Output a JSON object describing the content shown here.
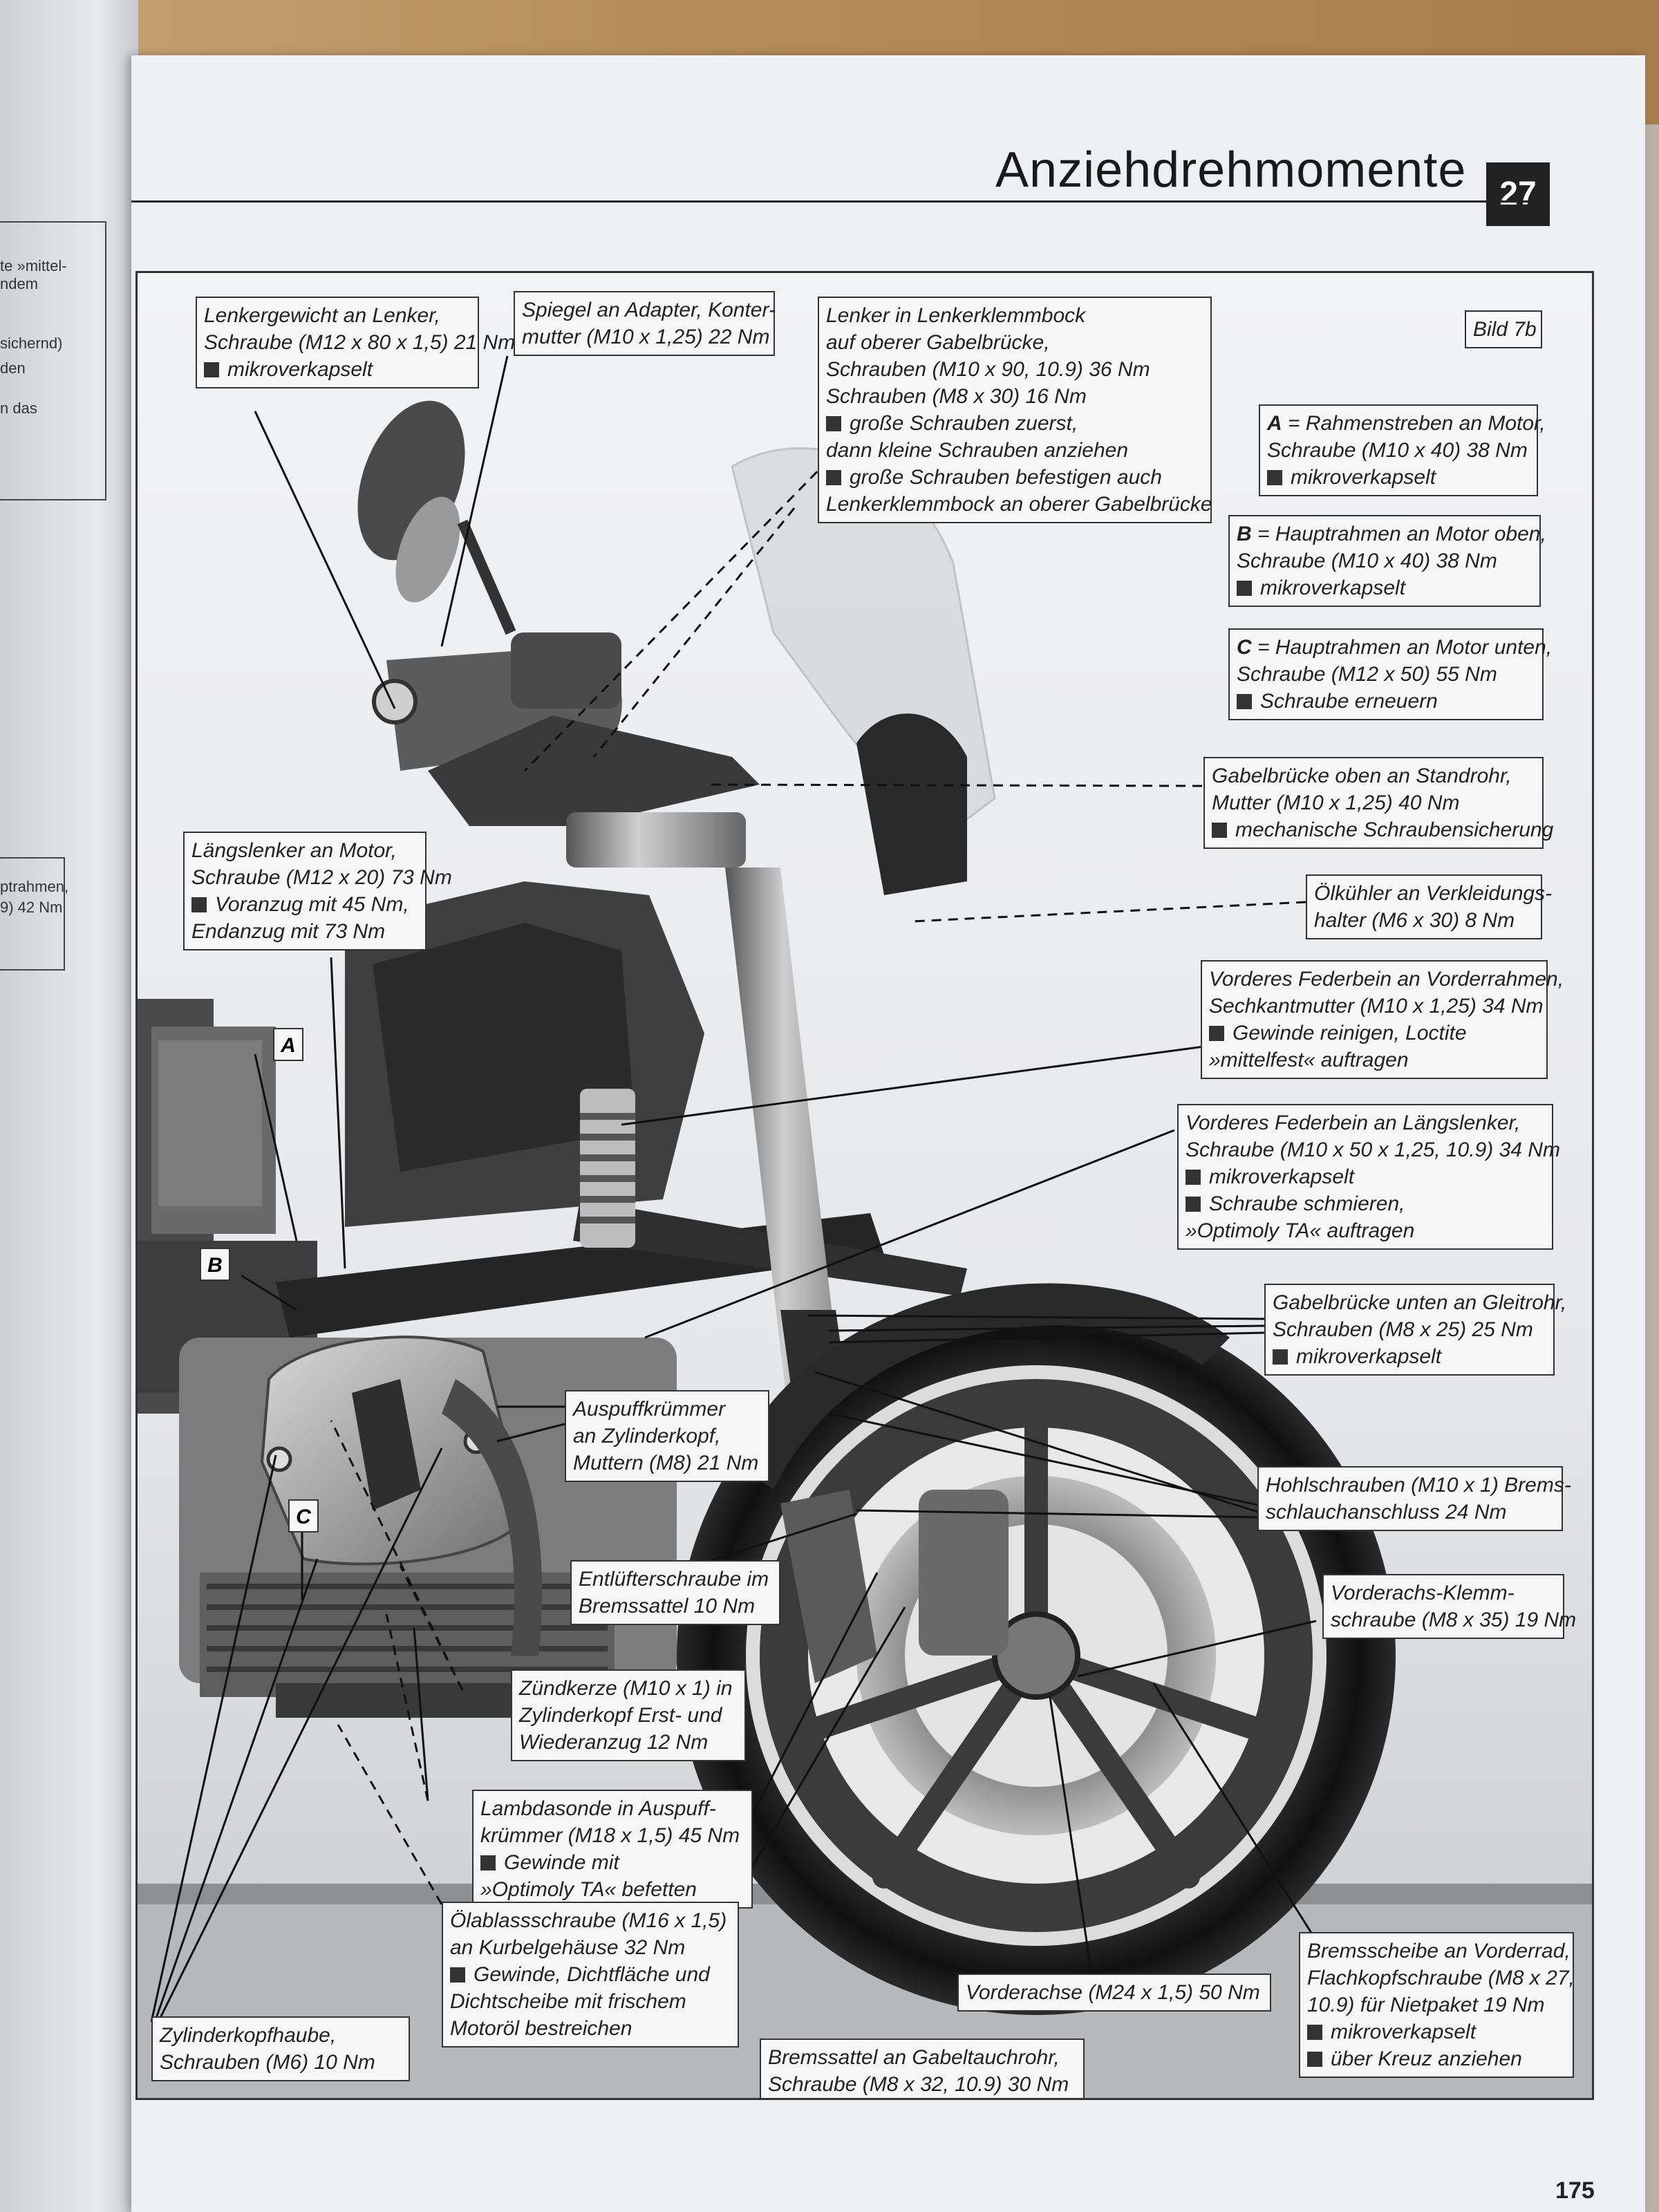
{
  "header": {
    "title": "Anziehdrehmomente",
    "chapter": "27"
  },
  "figure_label": "Bild 7b",
  "markers": [
    "A",
    "B",
    "C"
  ],
  "legend": [
    {
      "key": "A",
      "lines": [
        "= Rahmenstreben an Motor,",
        "Schraube (M10 x 40) 38 Nm"
      ],
      "bullets": [
        "mikroverkapselt"
      ]
    },
    {
      "key": "B",
      "lines": [
        "= Hauptrahmen an Motor oben,",
        "Schraube (M10 x 40) 38 Nm"
      ],
      "bullets": [
        "mikroverkapselt"
      ]
    },
    {
      "key": "C",
      "lines": [
        "= Hauptrahmen an Motor unten,",
        "Schraube (M12 x 50) 55 Nm"
      ],
      "bullets": [
        "Schraube erneuern"
      ]
    }
  ],
  "callouts": [
    {
      "id": "lenkergewicht",
      "lines": [
        "Lenkergewicht an Lenker,",
        "Schraube (M12 x 80 x 1,5) 21 Nm"
      ],
      "bullets": [
        "mikroverkapselt"
      ]
    },
    {
      "id": "spiegel",
      "lines": [
        "Spiegel an Adapter, Konter-",
        "mutter (M10 x 1,25) 22 Nm"
      ],
      "bullets": []
    },
    {
      "id": "lenker",
      "lines": [
        "Lenker in Lenkerklemmbock",
        "auf oberer Gabelbrücke,",
        "Schrauben (M10 x 90, 10.9) 36 Nm",
        "Schrauben (M8 x 30) 16 Nm"
      ],
      "bullets": [
        "große Schrauben zuerst,"
      ],
      "tail": [
        "dann kleine Schrauben anziehen"
      ],
      "bullets2": [
        "große Schrauben befestigen auch"
      ],
      "tail2": [
        "Lenkerklemmbock an oberer Gabelbrücke"
      ]
    },
    {
      "id": "gabelbruecke-oben",
      "lines": [
        "Gabelbrücke oben an Standrohr,",
        "Mutter (M10 x 1,25) 40 Nm"
      ],
      "bullets": [
        "mechanische Schraubensicherung"
      ]
    },
    {
      "id": "oelkuehler",
      "lines": [
        "Ölkühler an Verkleidungs-",
        "halter (M6 x 30) 8 Nm"
      ],
      "bullets": []
    },
    {
      "id": "laengslenker-motor",
      "lines": [
        "Längslenker an Motor,",
        "Schraube (M12 x 20) 73 Nm"
      ],
      "bullets": [
        "Voranzug mit 45 Nm,"
      ],
      "tail": [
        "Endanzug mit 73 Nm"
      ]
    },
    {
      "id": "federbein-vorderrahmen",
      "lines": [
        "Vorderes Federbein an Vorderrahmen,",
        "Sechkantmutter (M10 x 1,25) 34 Nm"
      ],
      "bullets": [
        "Gewinde reinigen, Loctite"
      ],
      "tail": [
        "»mittelfest« auftragen"
      ]
    },
    {
      "id": "federbein-laengslenker",
      "lines": [
        "Vorderes Federbein an Längslenker,",
        "Schraube (M10 x 50 x 1,25, 10.9) 34 Nm"
      ],
      "bullets": [
        "mikroverkapselt",
        "Schraube schmieren,"
      ],
      "tail": [
        "»Optimoly TA« auftragen"
      ]
    },
    {
      "id": "gabelbruecke-unten",
      "lines": [
        "Gabelbrücke unten an Gleitrohr,",
        "Schrauben (M8 x 25) 25 Nm"
      ],
      "bullets": [
        "mikroverkapselt"
      ]
    },
    {
      "id": "auspuffkruemmer",
      "lines": [
        "Auspuffkrümmer",
        "an Zylinderkopf,",
        "Muttern (M8) 21 Nm"
      ],
      "bullets": []
    },
    {
      "id": "hohlschrauben",
      "lines": [
        "Hohlschrauben (M10 x 1) Brems-",
        "schlauchanschluss 24 Nm"
      ],
      "bullets": []
    },
    {
      "id": "entluefter",
      "lines": [
        "Entlüfterschraube im",
        "Bremssattel 10 Nm"
      ],
      "bullets": []
    },
    {
      "id": "vorderachs-klemm",
      "lines": [
        "Vorderachs-Klemm-",
        "schraube (M8 x 35) 19 Nm"
      ],
      "bullets": []
    },
    {
      "id": "zuendkerze",
      "lines": [
        "Zündkerze (M10 x 1) in",
        "Zylinderkopf Erst- und",
        "Wiederanzug 12 Nm"
      ],
      "bullets": []
    },
    {
      "id": "lambdasonde",
      "lines": [
        "Lambdasonde in Auspuff-",
        "krümmer (M18 x 1,5) 45 Nm"
      ],
      "bullets": [
        "Gewinde mit"
      ],
      "tail": [
        "»Optimoly TA« befetten"
      ]
    },
    {
      "id": "oelablass",
      "lines": [
        "Ölablassschraube (M16 x 1,5)",
        "an Kurbelgehäuse 32 Nm"
      ],
      "bullets": [
        "Gewinde, Dichtfläche und"
      ],
      "tail": [
        "Dichtscheibe mit frischem",
        "Motoröl bestreichen"
      ]
    },
    {
      "id": "zylinderkopfhaube",
      "lines": [
        "Zylinderkopfhaube,",
        "Schrauben (M6) 10 Nm"
      ],
      "bullets": []
    },
    {
      "id": "bremssattel",
      "lines": [
        "Bremssattel an Gabeltauchrohr,",
        "Schraube (M8 x 32, 10.9) 30 Nm"
      ],
      "bullets": []
    },
    {
      "id": "vorderachse",
      "lines": [
        "Vorderachse (M24 x 1,5) 50 Nm"
      ],
      "bullets": []
    },
    {
      "id": "bremsscheibe",
      "lines": [
        "Bremsscheibe an Vorderrad,",
        "Flachkopfschraube (M8 x 27,",
        "10.9) für Nietpaket 19 Nm"
      ],
      "bullets": [
        "mikroverkapselt",
        "über Kreuz anziehen"
      ]
    }
  ],
  "left_page_fragments": [
    "te »mittel-",
    "ndem",
    "sichernd)",
    "den",
    "n das",
    "ptrahmen,",
    "9) 42 Nm"
  ],
  "page_number": "175",
  "colors": {
    "paper": "#eeeff2",
    "ink": "#222222",
    "badge": "#222222"
  }
}
